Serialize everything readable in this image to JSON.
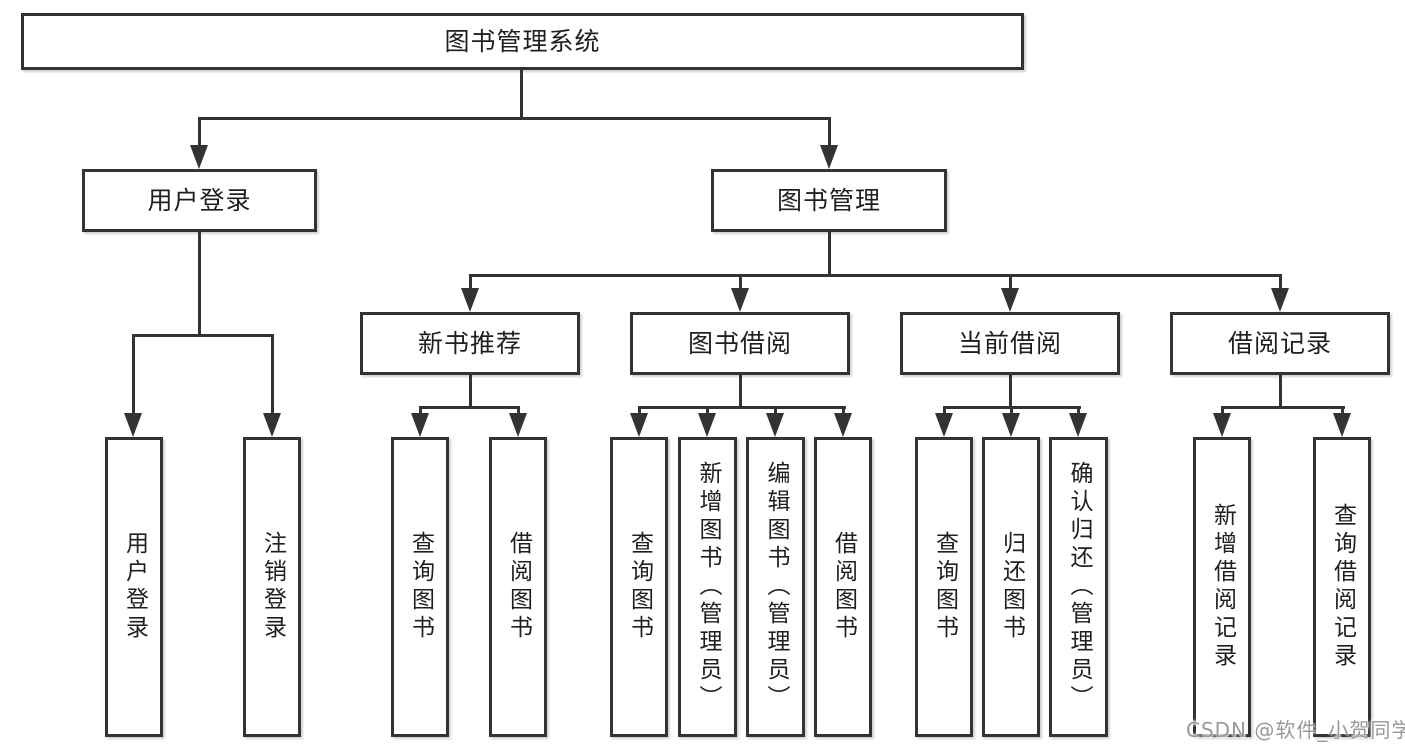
{
  "diagram_title": "图书管理系统",
  "nodes": {
    "root": "图书管理系统",
    "user_login": "用户登录",
    "book_management": "图书管理",
    "new_book_recommend": "新书推荐",
    "book_borrow": "图书借阅",
    "current_borrow": "当前借阅",
    "borrow_record": "借阅记录",
    "leaves": {
      "user_login": "用户登录",
      "logout": "注销登录",
      "query_book_a": "查询图书",
      "borrow_book_a": "借阅图书",
      "query_book_b": "查询图书",
      "add_book_admin": "新增图书（管理员）",
      "edit_book_admin": "编辑图书（管理员）",
      "borrow_book_b": "借阅图书",
      "query_book_c": "查询图书",
      "return_book": "归还图书",
      "confirm_return_admin": "确认归还（管理员）",
      "add_borrow_record": "新增借阅记录",
      "query_borrow_record": "查询借阅记录"
    }
  },
  "watermark": "CSDN @软件_小贺同学",
  "colors": {
    "line": "#333333",
    "text": "#1f1f1f",
    "background": "#ffffff",
    "watermark": "#999999"
  }
}
